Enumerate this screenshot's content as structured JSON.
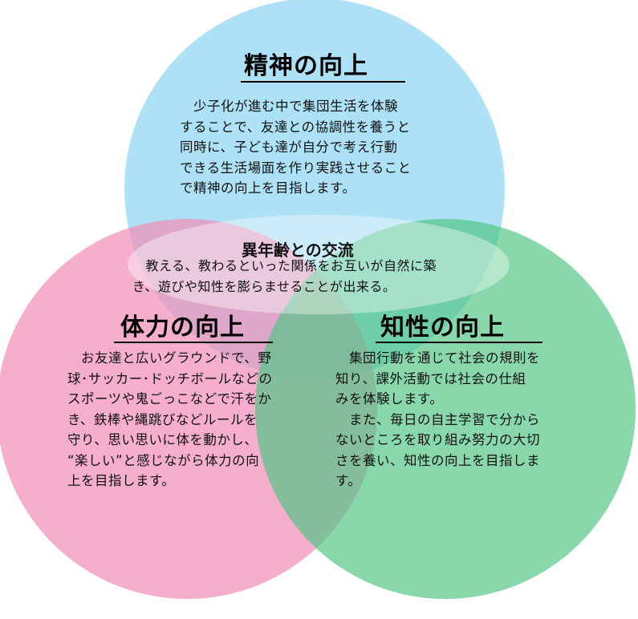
{
  "colors": {
    "spirit_circle": "#9fdcf3",
    "body_circle": "#f7a8c8",
    "intellect_circle": "#6cd196",
    "center_ellipse": "#ffffff",
    "text": "#111111"
  },
  "spirit": {
    "title": "精神の向上",
    "text": "　少子化が進む中で集団生活を体験\nすることで、友達との協調性を養うと\n同時に、子ども達が自分で考え行動\nできる生活場面を作り実践させること\nで精神の向上を目指します。"
  },
  "exchange": {
    "title": "異年齢との交流",
    "text": "　教える、教わるといった関係をお互いが自然に築\nき、遊びや知性を膨らませることが出来る。"
  },
  "physical": {
    "title": "体力の向上",
    "text": "　お友達と広いグラウンドで、野\n球･サッカー･ドッチボールなどの\nスポーツや鬼ごっこなどで汗をか\nき、鉄棒や縄跳びなどルールを\n守り、思い思いに体を動かし、\n“楽しい”と感じながら体力の向\n上を目指します。"
  },
  "intellect": {
    "title": "知性の向上",
    "text": "　集団行動を通じて社会の規則を\n知り、課外活動では社会の仕組\nみを体験します。\n　また、毎日の自主学習で分から\nないところを取り組み努力の大切\nさを養い、知性の向上を目指しま\nす。"
  }
}
